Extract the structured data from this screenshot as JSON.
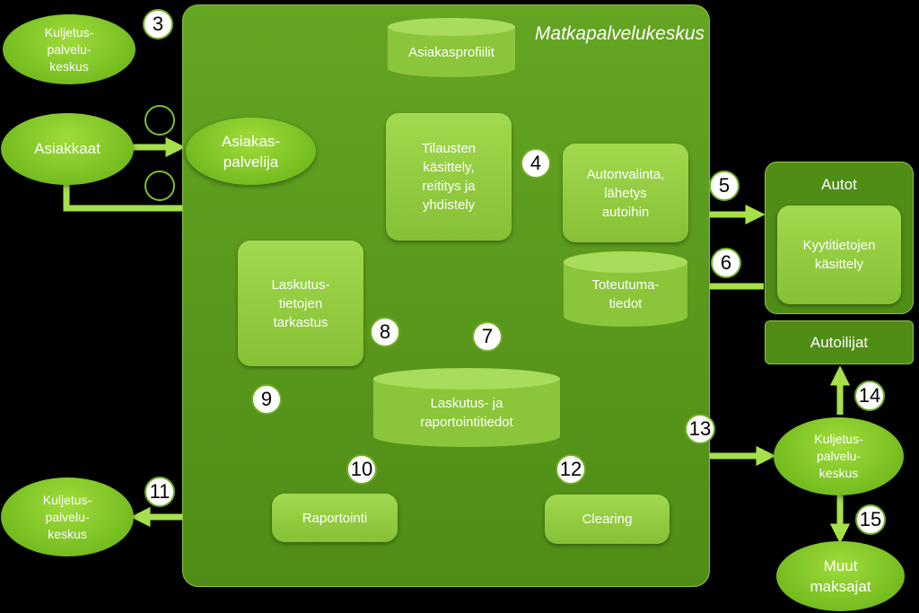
{
  "panel_title": "Matkapalvelukeskus",
  "nodes": {
    "kuljetus_top": "Kuljetus-\npalvelu-\nkeskus",
    "asiakkaat": "Asiakkaat",
    "asiakaspalvelija": "Asiakas-\npalvelija",
    "asiakasprofiilit": "Asiakasprofiilit",
    "tilausten": "Tilausten\nkäsittely,\nreititys ja\nyhdistely",
    "autonvalinta": "Autonvalinta,\nlähetys\nautoihin",
    "autot": "Autot",
    "kyytitietojen": "Kyytitietojen\nkäsittely",
    "autoilijat": "Autoilijat",
    "toteutuma": "Toteutuma-\ntiedot",
    "laskutustietojen": "Laskutus-\ntietojen\ntarkastus",
    "laskutusraportointi": "Laskutus- ja\nraportointitiedot",
    "raportointi": "Raportointi",
    "clearing": "Clearing",
    "kuljetus_bottom_left": "Kuljetus-\npalvelu-\nkeskus",
    "kuljetus_right": "Kuljetus-\npalvelu-\nkeskus",
    "muut_maksajat": "Muut\nmaksajat"
  },
  "numbers": {
    "n3": "3",
    "n4": "4",
    "n5": "5",
    "n6": "6",
    "n7": "7",
    "n8": "8",
    "n9": "9",
    "n10": "10",
    "n11": "11",
    "n12": "12",
    "n13": "13",
    "n14": "14",
    "n15": "15"
  }
}
